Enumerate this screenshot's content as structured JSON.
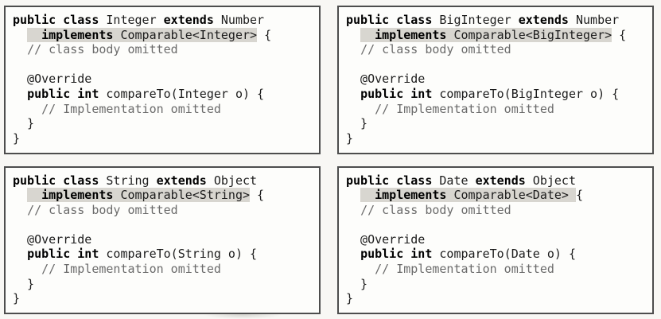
{
  "colors": {
    "text": "#1c1c1c",
    "comment": "#6b6b6b",
    "highlight": "#d8d6d0",
    "border": "#4d4d4d",
    "panel_background": "#fdfdfb",
    "page_background": "#f8f7f4"
  },
  "panels": [
    {
      "id": "integer",
      "class_name": "Integer",
      "superclass": "Number",
      "lines": [
        {
          "segments": [
            {
              "t": "public class",
              "s": "k"
            },
            {
              "t": " Integer ",
              "s": "p"
            },
            {
              "t": "extends",
              "s": "k"
            },
            {
              "t": " Number",
              "s": "p"
            }
          ]
        },
        {
          "segments": [
            {
              "t": "  ",
              "s": "p"
            },
            {
              "t": "  implements",
              "s": "kh"
            },
            {
              "t": " Comparable<Integer>",
              "s": "ph"
            },
            {
              "t": " {",
              "s": "p"
            }
          ]
        },
        {
          "segments": [
            {
              "t": "  ",
              "s": "p"
            },
            {
              "t": "// class body omitted",
              "s": "c"
            }
          ]
        },
        {
          "segments": []
        },
        {
          "segments": [
            {
              "t": "  @Override",
              "s": "p"
            }
          ]
        },
        {
          "segments": [
            {
              "t": "  ",
              "s": "p"
            },
            {
              "t": "public int",
              "s": "k"
            },
            {
              "t": " compareTo(Integer o) {",
              "s": "p"
            }
          ]
        },
        {
          "segments": [
            {
              "t": "    ",
              "s": "p"
            },
            {
              "t": "// Implementation omitted",
              "s": "c"
            }
          ]
        },
        {
          "segments": [
            {
              "t": "  }",
              "s": "p"
            }
          ]
        },
        {
          "segments": [
            {
              "t": "}",
              "s": "p"
            }
          ]
        }
      ]
    },
    {
      "id": "biginteger",
      "class_name": "BigInteger",
      "superclass": "Number",
      "lines": [
        {
          "segments": [
            {
              "t": "public class",
              "s": "k"
            },
            {
              "t": " BigInteger ",
              "s": "p"
            },
            {
              "t": "extends",
              "s": "k"
            },
            {
              "t": " Number",
              "s": "p"
            }
          ]
        },
        {
          "segments": [
            {
              "t": "  ",
              "s": "p"
            },
            {
              "t": "  implements",
              "s": "kh"
            },
            {
              "t": " Comparable<BigInteger>",
              "s": "ph"
            },
            {
              "t": " {",
              "s": "p"
            }
          ]
        },
        {
          "segments": [
            {
              "t": "  ",
              "s": "p"
            },
            {
              "t": "// class body omitted",
              "s": "c"
            }
          ]
        },
        {
          "segments": []
        },
        {
          "segments": [
            {
              "t": "  @Override",
              "s": "p"
            }
          ]
        },
        {
          "segments": [
            {
              "t": "  ",
              "s": "p"
            },
            {
              "t": "public int",
              "s": "k"
            },
            {
              "t": " compareTo(BigInteger o) {",
              "s": "p"
            }
          ]
        },
        {
          "segments": [
            {
              "t": "    ",
              "s": "p"
            },
            {
              "t": "// Implementation omitted",
              "s": "c"
            }
          ]
        },
        {
          "segments": [
            {
              "t": "  }",
              "s": "p"
            }
          ]
        },
        {
          "segments": [
            {
              "t": "}",
              "s": "p"
            }
          ]
        }
      ]
    },
    {
      "id": "string",
      "class_name": "String",
      "superclass": "Object",
      "lines": [
        {
          "segments": [
            {
              "t": "public class",
              "s": "k"
            },
            {
              "t": " String ",
              "s": "p"
            },
            {
              "t": "extends",
              "s": "k"
            },
            {
              "t": " Object",
              "s": "p"
            }
          ]
        },
        {
          "segments": [
            {
              "t": "  ",
              "s": "p"
            },
            {
              "t": "  implements",
              "s": "kh"
            },
            {
              "t": " Comparable<String>",
              "s": "ph"
            },
            {
              "t": " {",
              "s": "p"
            }
          ]
        },
        {
          "segments": [
            {
              "t": "  ",
              "s": "p"
            },
            {
              "t": "// class body omitted",
              "s": "c"
            }
          ]
        },
        {
          "segments": []
        },
        {
          "segments": [
            {
              "t": "  @Override",
              "s": "p"
            }
          ]
        },
        {
          "segments": [
            {
              "t": "  ",
              "s": "p"
            },
            {
              "t": "public int",
              "s": "k"
            },
            {
              "t": " compareTo(String o) {",
              "s": "p"
            }
          ]
        },
        {
          "segments": [
            {
              "t": "    ",
              "s": "p"
            },
            {
              "t": "// Implementation omitted",
              "s": "c"
            }
          ]
        },
        {
          "segments": [
            {
              "t": "  }",
              "s": "p"
            }
          ]
        },
        {
          "segments": [
            {
              "t": "}",
              "s": "p"
            }
          ]
        }
      ]
    },
    {
      "id": "date",
      "class_name": "Date",
      "superclass": "Object",
      "lines": [
        {
          "segments": [
            {
              "t": "public class",
              "s": "k"
            },
            {
              "t": " Date ",
              "s": "p"
            },
            {
              "t": "extends",
              "s": "k"
            },
            {
              "t": " Object",
              "s": "p"
            }
          ]
        },
        {
          "segments": [
            {
              "t": "  ",
              "s": "p"
            },
            {
              "t": "  implements",
              "s": "kh"
            },
            {
              "t": " Comparable<Date> ",
              "s": "ph"
            },
            {
              "t": "{",
              "s": "p"
            }
          ]
        },
        {
          "segments": [
            {
              "t": "  ",
              "s": "p"
            },
            {
              "t": "// class body omitted",
              "s": "c"
            }
          ]
        },
        {
          "segments": []
        },
        {
          "segments": [
            {
              "t": "  @Override",
              "s": "p"
            }
          ]
        },
        {
          "segments": [
            {
              "t": "  ",
              "s": "p"
            },
            {
              "t": "public int",
              "s": "k"
            },
            {
              "t": " compareTo(Date o) {",
              "s": "p"
            }
          ]
        },
        {
          "segments": [
            {
              "t": "    ",
              "s": "p"
            },
            {
              "t": "// Implementation omitted",
              "s": "c"
            }
          ]
        },
        {
          "segments": [
            {
              "t": "  }",
              "s": "p"
            }
          ]
        },
        {
          "segments": [
            {
              "t": "}",
              "s": "p"
            }
          ]
        }
      ]
    }
  ]
}
